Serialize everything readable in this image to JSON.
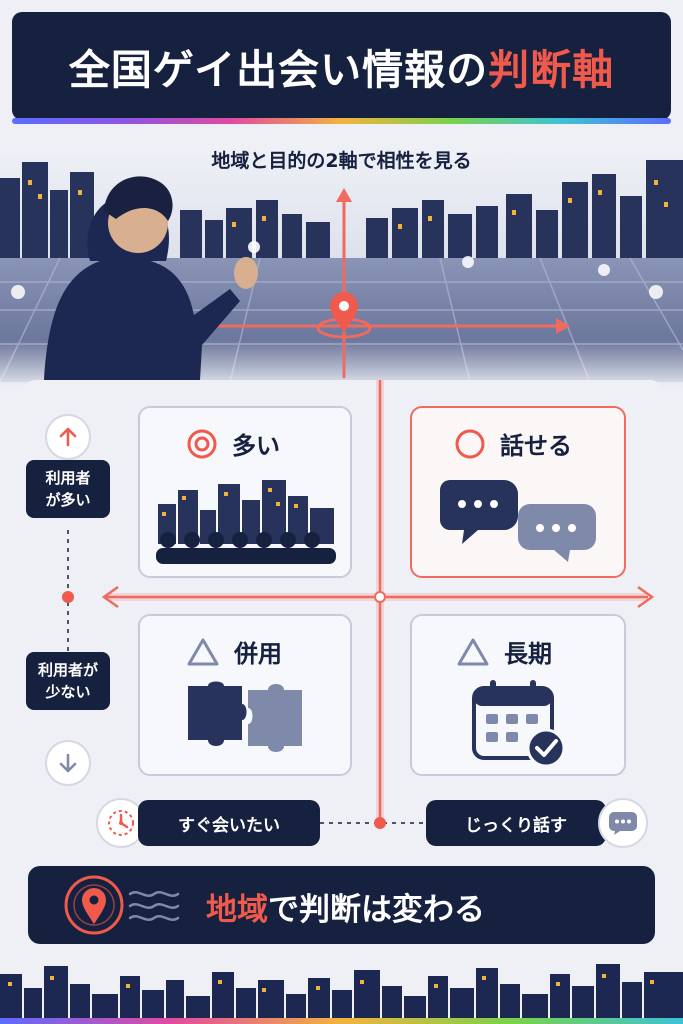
{
  "header": {
    "title_main": "全国ゲイ出会い情報の",
    "title_accent": "判断軸",
    "subtitle": "地域と目的の2軸で相性を見る"
  },
  "axis": {
    "top_label": "利用者が多い",
    "bottom_label": "利用者が少ない",
    "left_label": "すぐ会いたい",
    "right_label": "じっくり話す"
  },
  "quadrants": {
    "top_left": {
      "label": "多い",
      "symbol": "double-circle"
    },
    "top_right": {
      "label": "話せる",
      "symbol": "circle"
    },
    "bottom_left": {
      "label": "併用",
      "symbol": "triangle"
    },
    "bottom_right": {
      "label": "長期",
      "symbol": "triangle"
    }
  },
  "footer": {
    "accent": "地域",
    "rest": "で判断は変わる"
  },
  "colors": {
    "navy": "#16213f",
    "accent": "#ef5a4c",
    "steel": "#7f8aab",
    "background": "#eef0f6"
  }
}
